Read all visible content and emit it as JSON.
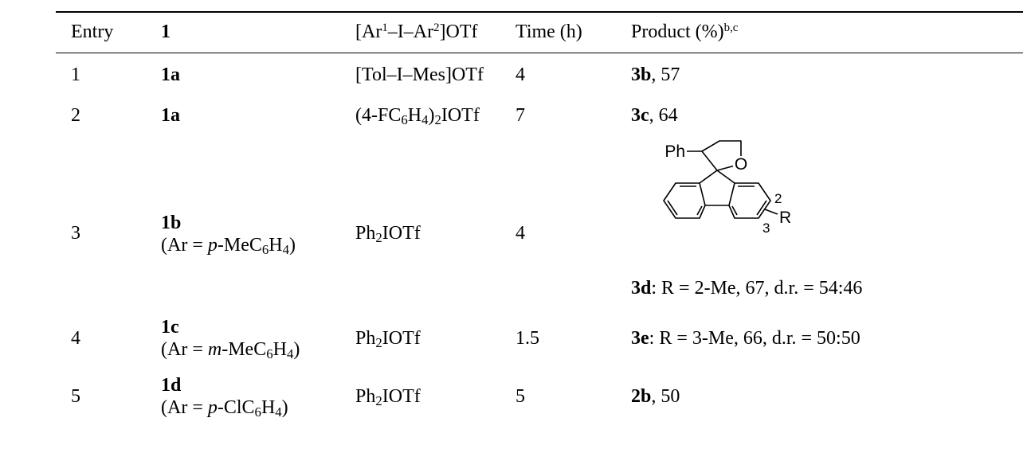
{
  "header": {
    "entry": "Entry",
    "substrate": "1",
    "salt_pre": "[Ar",
    "salt_sup1": "1",
    "salt_mid": "–I–Ar",
    "salt_sup2": "2",
    "salt_post": "]OTf",
    "time": "Time (h)",
    "product": "Product (%)",
    "product_sup": "b,c"
  },
  "rows": [
    {
      "entry": "1",
      "substrate": "1a",
      "salt": "[Tol–I–Mes]OTf",
      "time": "4",
      "product_bold": "3b",
      "product_rest": ", 57"
    },
    {
      "entry": "2",
      "substrate": "1a",
      "salt_a": "(4-FC",
      "salt_sub1": "6",
      "salt_b": "H",
      "salt_sub2": "4",
      "salt_c": ")",
      "salt_sub3": "2",
      "salt_d": "IOTf",
      "time": "7",
      "product_bold": "3c",
      "product_rest": ", 64"
    },
    {
      "entry": "3",
      "substrate": "1b",
      "sub_a": "(Ar = ",
      "sub_it": "p",
      "sub_b": "-MeC",
      "sub_s1": "6",
      "sub_c": "H",
      "sub_s2": "4",
      "sub_d": ")",
      "salt_a": "Ph",
      "salt_sub": "2",
      "salt_b": "IOTf",
      "time": "4",
      "product_bold": "3d",
      "product_rest": ": R = 2-Me, 67, d.r. = 54:46"
    },
    {
      "entry": "4",
      "substrate": "1c",
      "sub_a": "(Ar = ",
      "sub_it": "m",
      "sub_b": "-MeC",
      "sub_s1": "6",
      "sub_c": "H",
      "sub_s2": "4",
      "sub_d": ")",
      "salt_a": "Ph",
      "salt_sub": "2",
      "salt_b": "IOTf",
      "time": "1.5",
      "product_bold": "3e",
      "product_rest": ": R = 3-Me, 66, d.r. = 50:50"
    },
    {
      "entry": "5",
      "substrate": "1d",
      "sub_a": "(Ar = ",
      "sub_it": "p",
      "sub_b": "-ClC",
      "sub_s1": "6",
      "sub_c": "H",
      "sub_s2": "4",
      "sub_d": ")",
      "salt_a": "Ph",
      "salt_sub": "2",
      "salt_b": "IOTf",
      "time": "5",
      "product_bold": "2b",
      "product_rest": ", 50"
    }
  ],
  "structure": {
    "ph": "Ph",
    "o": "O",
    "r": "R",
    "pos2": "2",
    "pos3": "3"
  }
}
